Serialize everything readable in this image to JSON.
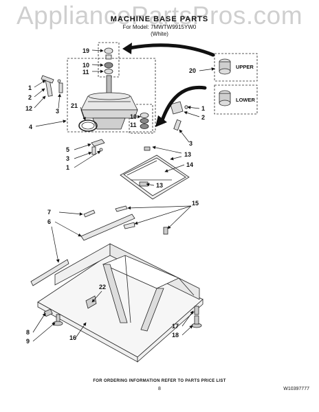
{
  "watermark": "AppliancePartsPros.com",
  "title": "MACHINE BASE PARTS",
  "subtitle_model": "For Model: 7MWTW9915YW0",
  "subtitle_color": "(White)",
  "inset_labels": {
    "upper": "UPPER",
    "lower": "LOWER"
  },
  "callouts": {
    "c19": "19",
    "c10a": "10",
    "c11a": "11",
    "c1a": "1",
    "c2a": "2",
    "c12": "12",
    "c3a": "3",
    "c21": "21",
    "c4": "4",
    "c20": "20",
    "c1b": "1",
    "c2b": "2",
    "c10b": "10",
    "c11b": "11",
    "c3b": "3",
    "c13a": "13",
    "c14": "14",
    "c13b": "13",
    "c5": "5",
    "c3c": "3",
    "c1c": "1",
    "c7": "7",
    "c6": "6",
    "c15": "15",
    "c22": "22",
    "c8": "8",
    "c9": "9",
    "c16": "16",
    "c17": "17",
    "c18": "18"
  },
  "footer": {
    "ordering_note": "FOR ORDERING INFORMATION REFER TO PARTS PRICE LIST",
    "page_number": "8",
    "document_number": "W10397777"
  }
}
